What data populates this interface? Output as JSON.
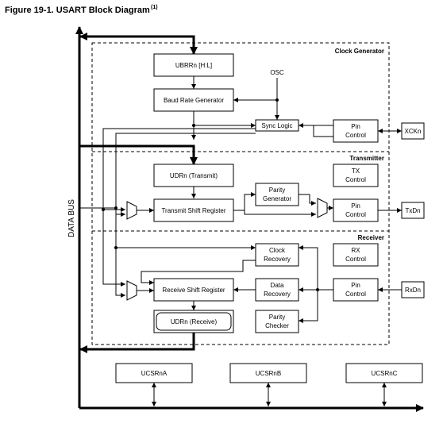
{
  "figure": {
    "title": "Figure 19-1. USART Block Diagram",
    "superscript": "(1)"
  },
  "sections": {
    "clock_generator": "Clock Generator",
    "transmitter": "Transmitter",
    "receiver": "Receiver"
  },
  "bus_label": "DATA BUS",
  "osc_label": "OSC",
  "blocks": {
    "ubrr": "UBRRn [H:L]",
    "baud": "Baud Rate Generator",
    "sync": "Sync Logic",
    "pin_clk": [
      "Pin",
      "Control"
    ],
    "udr_tx": "UDRn (Transmit)",
    "tx_ctrl": [
      "TX",
      "Control"
    ],
    "parity_gen": [
      "Parity",
      "Generator"
    ],
    "tx_shift": "Transmit Shift Register",
    "pin_tx": [
      "Pin",
      "Control"
    ],
    "clk_recovery": [
      "Clock",
      "Recovery"
    ],
    "rx_ctrl": [
      "RX",
      "Control"
    ],
    "rx_shift": "Receive Shift Register",
    "data_recovery": [
      "Data",
      "Recovery"
    ],
    "pin_rx": [
      "Pin",
      "Control"
    ],
    "udr_rx": "UDRn (Receive)",
    "parity_chk": [
      "Parity",
      "Checker"
    ],
    "ucsra": "UCSRnA",
    "ucsrb": "UCSRnB",
    "ucsrc": "UCSRnC"
  },
  "pins": {
    "xck": "XCKn",
    "txd": "TxDn",
    "rxd": "RxDn"
  }
}
